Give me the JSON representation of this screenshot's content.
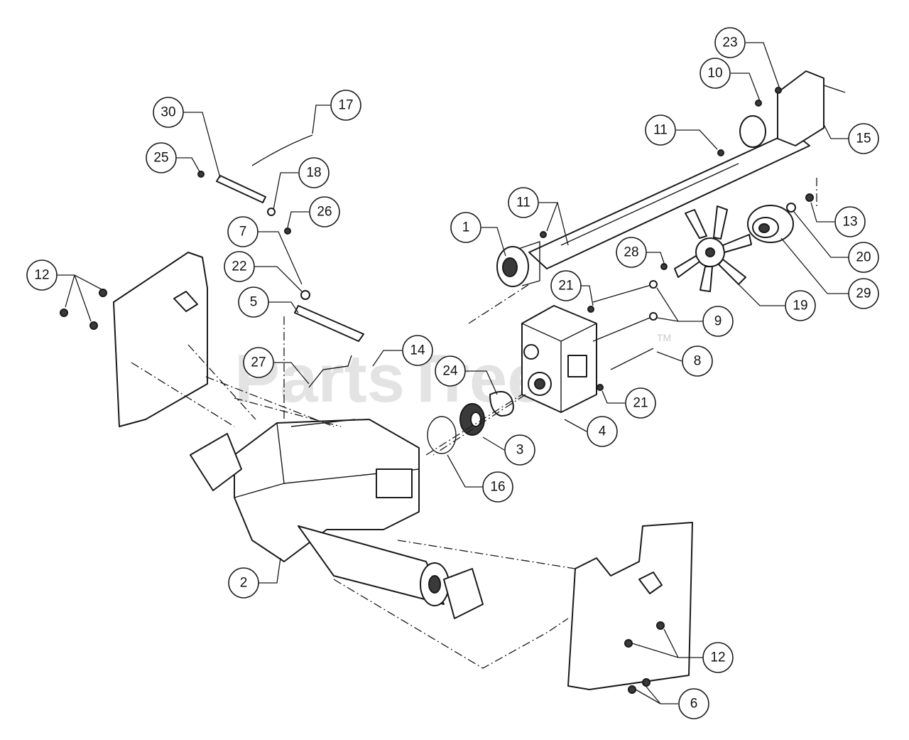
{
  "watermark": {
    "text": "PartsTree",
    "tm": "TM"
  },
  "callouts": [
    {
      "id": "c-1",
      "label": "1"
    },
    {
      "id": "c-2",
      "label": "2"
    },
    {
      "id": "c-3",
      "label": "3"
    },
    {
      "id": "c-4",
      "label": "4"
    },
    {
      "id": "c-5",
      "label": "5"
    },
    {
      "id": "c-6",
      "label": "6"
    },
    {
      "id": "c-7",
      "label": "7"
    },
    {
      "id": "c-8",
      "label": "8"
    },
    {
      "id": "c-9",
      "label": "9"
    },
    {
      "id": "c-10",
      "label": "10"
    },
    {
      "id": "c-11a",
      "label": "11"
    },
    {
      "id": "c-11b",
      "label": "11"
    },
    {
      "id": "c-12a",
      "label": "12"
    },
    {
      "id": "c-12b",
      "label": "12"
    },
    {
      "id": "c-13",
      "label": "13"
    },
    {
      "id": "c-14",
      "label": "14"
    },
    {
      "id": "c-15",
      "label": "15"
    },
    {
      "id": "c-16",
      "label": "16"
    },
    {
      "id": "c-17",
      "label": "17"
    },
    {
      "id": "c-18",
      "label": "18"
    },
    {
      "id": "c-19",
      "label": "19"
    },
    {
      "id": "c-20",
      "label": "20"
    },
    {
      "id": "c-21a",
      "label": "21"
    },
    {
      "id": "c-21b",
      "label": "21"
    },
    {
      "id": "c-22",
      "label": "22"
    },
    {
      "id": "c-23",
      "label": "23"
    },
    {
      "id": "c-24",
      "label": "24"
    },
    {
      "id": "c-25",
      "label": "25"
    },
    {
      "id": "c-26",
      "label": "26"
    },
    {
      "id": "c-27",
      "label": "27"
    },
    {
      "id": "c-28",
      "label": "28"
    },
    {
      "id": "c-29",
      "label": "29"
    },
    {
      "id": "c-30",
      "label": "30"
    }
  ]
}
